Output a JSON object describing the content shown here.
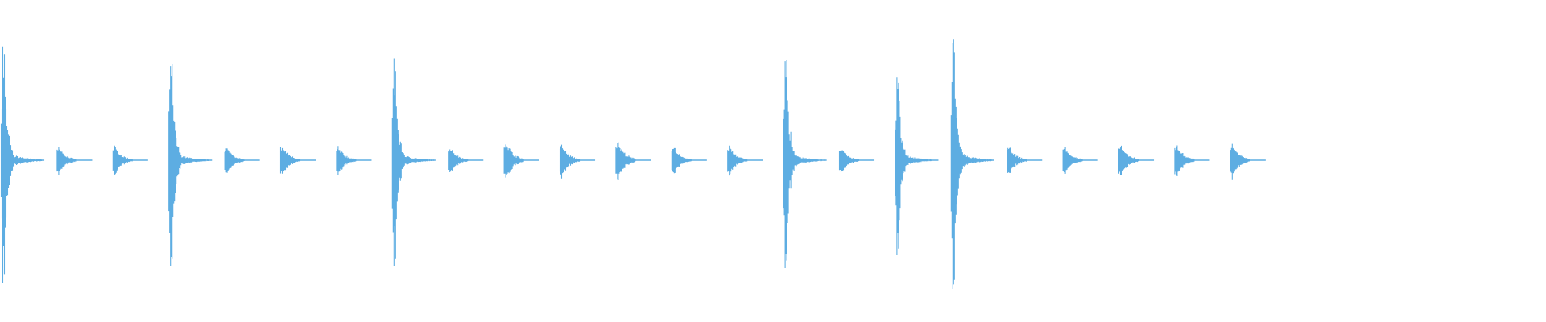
{
  "chart_data": {
    "type": "waveform",
    "color": "#5dade2",
    "background": "#ffffff",
    "amplitude_range": [
      -1,
      1
    ],
    "grid": false,
    "legend": "none",
    "transients": [
      {
        "peak": 0.76,
        "kind": "strong"
      },
      {
        "peak": 0.1,
        "kind": "soft"
      },
      {
        "peak": 0.1,
        "kind": "soft"
      },
      {
        "peak": 0.66,
        "kind": "strong"
      },
      {
        "peak": 0.1,
        "kind": "soft"
      },
      {
        "peak": 0.11,
        "kind": "soft"
      },
      {
        "peak": 0.1,
        "kind": "soft"
      },
      {
        "peak": 0.66,
        "kind": "strong"
      },
      {
        "peak": 0.1,
        "kind": "soft"
      },
      {
        "peak": 0.14,
        "kind": "soft"
      },
      {
        "peak": 0.12,
        "kind": "soft"
      },
      {
        "peak": 0.14,
        "kind": "soft"
      },
      {
        "peak": 0.1,
        "kind": "soft"
      },
      {
        "peak": 0.1,
        "kind": "soft"
      },
      {
        "peak": 0.67,
        "kind": "strong"
      },
      {
        "peak": 0.1,
        "kind": "soft"
      },
      {
        "peak": 0.59,
        "kind": "strong"
      },
      {
        "peak": 0.8,
        "kind": "strong"
      },
      {
        "peak": 0.1,
        "kind": "soft"
      },
      {
        "peak": 0.1,
        "kind": "soft"
      },
      {
        "peak": 0.12,
        "kind": "soft"
      },
      {
        "peak": 0.12,
        "kind": "soft"
      },
      {
        "peak": 0.12,
        "kind": "soft"
      }
    ]
  }
}
